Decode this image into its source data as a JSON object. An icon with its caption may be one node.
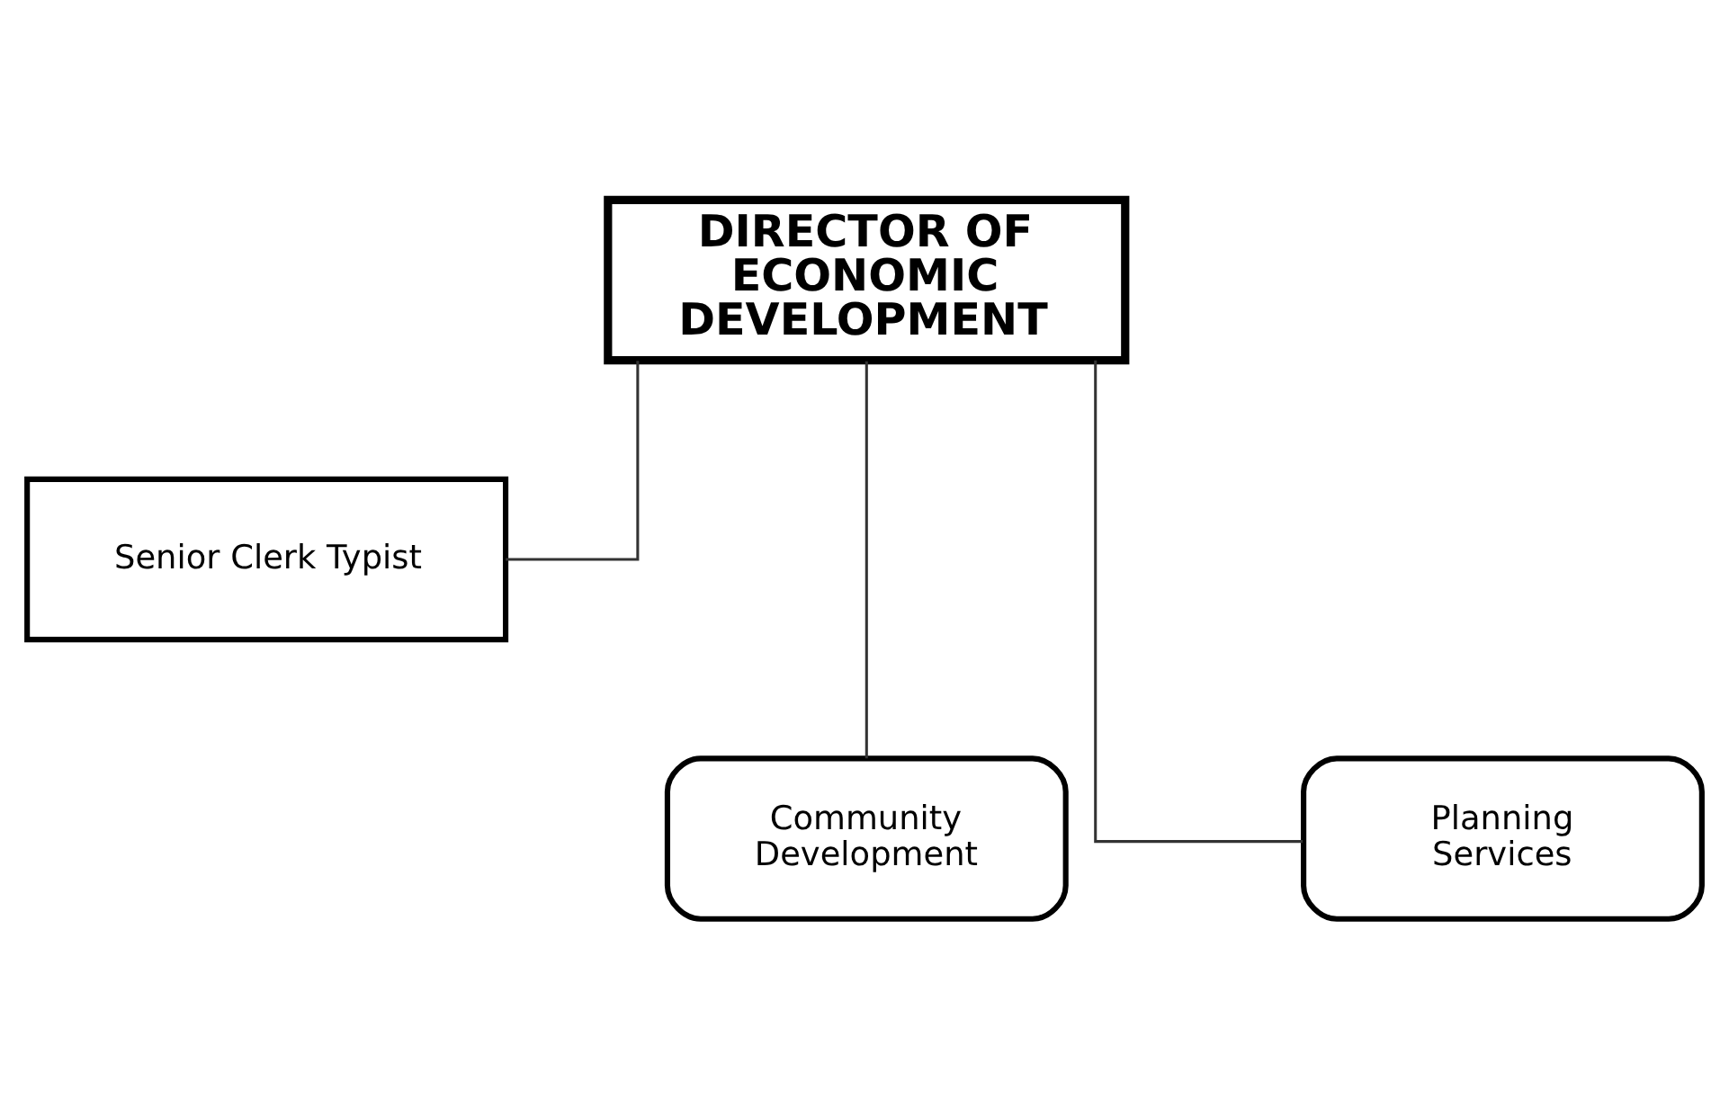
{
  "diagram": {
    "nodes": [
      {
        "text": [
          "DIRECTOR OF ECONOMIC DEVELOPMENT"
        ]
      },
      {
        "text": [
          "Senior Clerk Typist"
        ]
      },
      {
        "text": [
          "Community Development"
        ]
      },
      {
        "text": [
          "Planning Services"
        ]
      }
    ],
    "edges": [
      {
        "from": 0,
        "to": 1,
        "arrow": "none"
      },
      {
        "from": 0,
        "to": 2,
        "arrow": "none"
      },
      {
        "from": 0,
        "to": 3,
        "arrow": "none"
      }
    ]
  }
}
